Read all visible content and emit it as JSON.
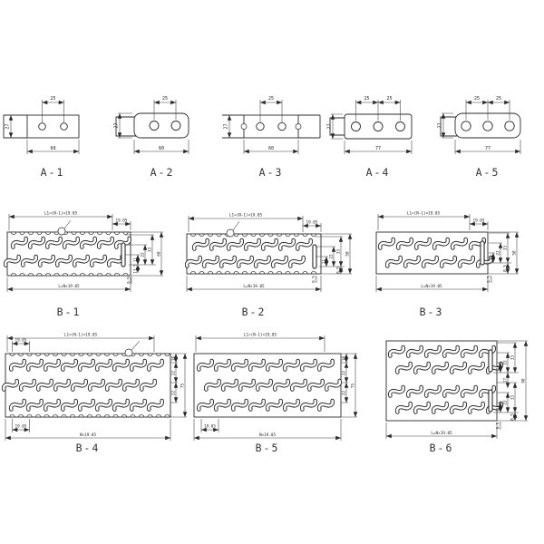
{
  "drawing": {
    "background": "#ffffff",
    "line_color": "#2a2a2a"
  },
  "panels": {
    "a1": {
      "label": "A-1",
      "dim_top": "25",
      "dim_left": "27",
      "dim_bottom": "60"
    },
    "a2": {
      "label": "A-2",
      "dim_top": "25",
      "dim_left": "27",
      "dim_bottom": "60"
    },
    "a3": {
      "label": "A-3",
      "dim_top": "25",
      "dim_left": "27",
      "dim_bottom": "60"
    },
    "a4": {
      "label": "A-4",
      "dim_top_1": "25",
      "dim_top_2": "25",
      "dim_left": "27",
      "dim_bottom": "77"
    },
    "a5": {
      "label": "A-5",
      "dim_top_1": "25",
      "dim_top_2": "25",
      "dim_left": "27",
      "dim_bottom": "77"
    },
    "b1": {
      "label": "B-1",
      "dim_length_top": "L1=(N-1)×19.05",
      "dim_pitch": "19.05",
      "dim_r1": "11",
      "dim_r2": "22",
      "dim_r3": "33",
      "dim_height": "68",
      "dim_inner": "13.5",
      "dim_edge": "9.5",
      "dim_length_bottom": "L=N×19.05"
    },
    "b2": {
      "label": "B-2",
      "dim_length_top": "L1=(N-1)×19.05",
      "dim_pitch": "19.05",
      "dim_r1": "11",
      "dim_r2": "22",
      "dim_r3": "33",
      "dim_height": "58",
      "dim_inner": "8.5",
      "dim_edge": "9.5",
      "dim_length_bottom": "L=N×19.05"
    },
    "b3": {
      "label": "B-3",
      "dim_length_top": "L1=(N-1)×19.05",
      "dim_pitch": "19.05",
      "dim_r1": "11",
      "dim_r2": "22",
      "dim_r3": "33",
      "dim_height": "58",
      "dim_inner": "8.5",
      "dim_edge": "9.5",
      "dim_length_bottom": "L=N×19.05"
    },
    "b4": {
      "label": "B-4",
      "dim_length_top": "L1=(N-1)×19.05",
      "dim_pitch": "19.05",
      "dim_r1": "10",
      "dim_r2": "22",
      "dim_r3": "22",
      "dim_height": "75",
      "dim_pitch_bottom": "19.05",
      "dim_length_bottom": "N×19.05"
    },
    "b5": {
      "label": "B-5",
      "dim_length_top": "L1=(N-1)×19.05",
      "dim_r1": "10",
      "dim_r2": "22",
      "dim_r3": "22",
      "dim_height": "75",
      "dim_pitch_bottom": "19.05",
      "dim_length_bottom": "N×19.05"
    },
    "b6": {
      "label": "B-6",
      "dim_r1": "11",
      "dim_r2": "22",
      "dim_r3": "33",
      "dim_mid": "17",
      "dim_r4": "11",
      "dim_r5": "22",
      "dim_r6": "33",
      "dim_height": "98",
      "dim_inner": "8.5",
      "dim_edge": "9.5",
      "dim_length_bottom": "L=N×19.05"
    }
  }
}
